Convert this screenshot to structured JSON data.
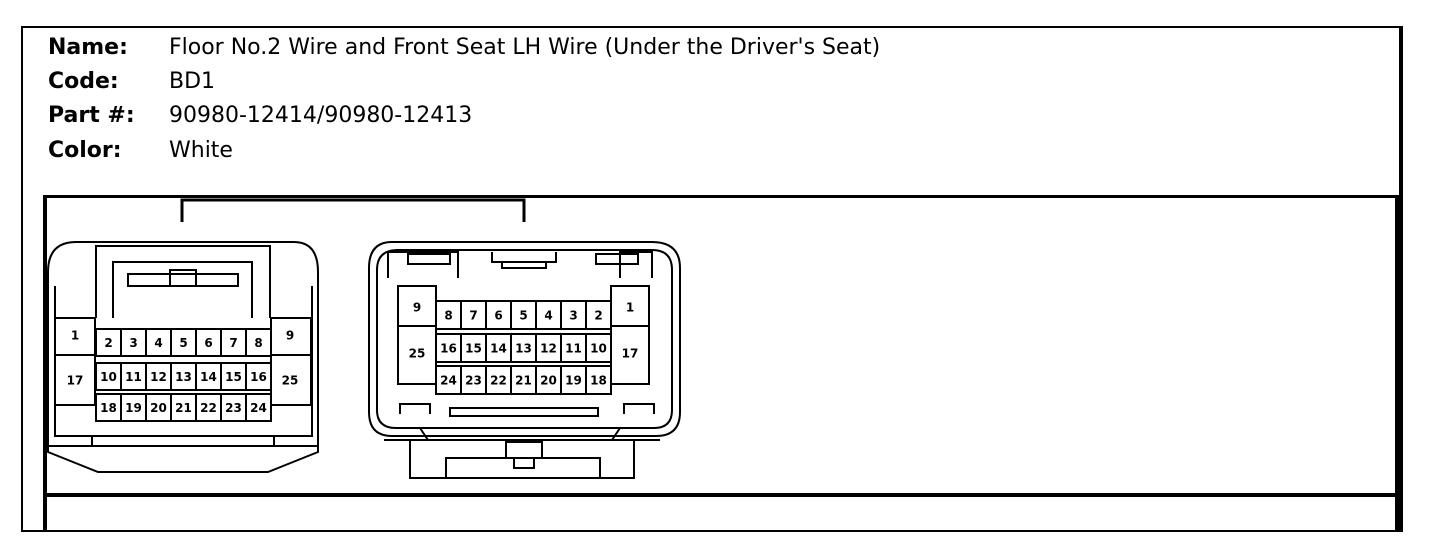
{
  "header": {
    "name_label": "Name:",
    "name_value": "Floor No.2 Wire and Front Seat LH Wire (Under the Driver's Seat)",
    "code_label": "Code:",
    "code_value": "BD1",
    "part_label": "Part #:",
    "part_value": "90980-12414/90980-12413",
    "color_label": "Color:",
    "color_value": "White"
  },
  "connector_left": {
    "side_left": [
      "1",
      "17"
    ],
    "side_right": [
      "9",
      "25"
    ],
    "row1": [
      "2",
      "3",
      "4",
      "5",
      "6",
      "7",
      "8"
    ],
    "row2": [
      "10",
      "11",
      "12",
      "13",
      "14",
      "15",
      "16"
    ],
    "row3": [
      "18",
      "19",
      "20",
      "21",
      "22",
      "23",
      "24"
    ]
  },
  "connector_right": {
    "side_left": [
      "9",
      "25"
    ],
    "side_right": [
      "1",
      "17"
    ],
    "row1": [
      "8",
      "7",
      "6",
      "5",
      "4",
      "3",
      "2"
    ],
    "row2": [
      "16",
      "15",
      "14",
      "13",
      "12",
      "11",
      "10"
    ],
    "row3": [
      "24",
      "23",
      "22",
      "21",
      "20",
      "19",
      "18"
    ]
  }
}
